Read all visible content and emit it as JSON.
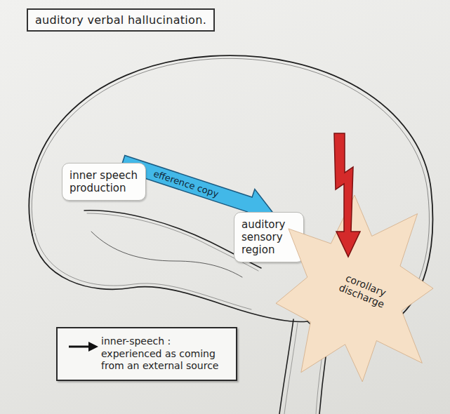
{
  "diagram": {
    "title": "auditory verbal hallucination.",
    "nodes": [
      {
        "text": [
          "inner speech production"
        ]
      },
      {
        "text": [
          "auditory sensory region"
        ]
      },
      {
        "text": [
          "corollary discharge"
        ]
      },
      {
        "text": [
          "inner-speech : experienced as coming from an external source"
        ]
      }
    ],
    "edges": [
      {
        "from": 0,
        "to": 1,
        "label": "efference copy",
        "arrow": "to"
      }
    ]
  }
}
